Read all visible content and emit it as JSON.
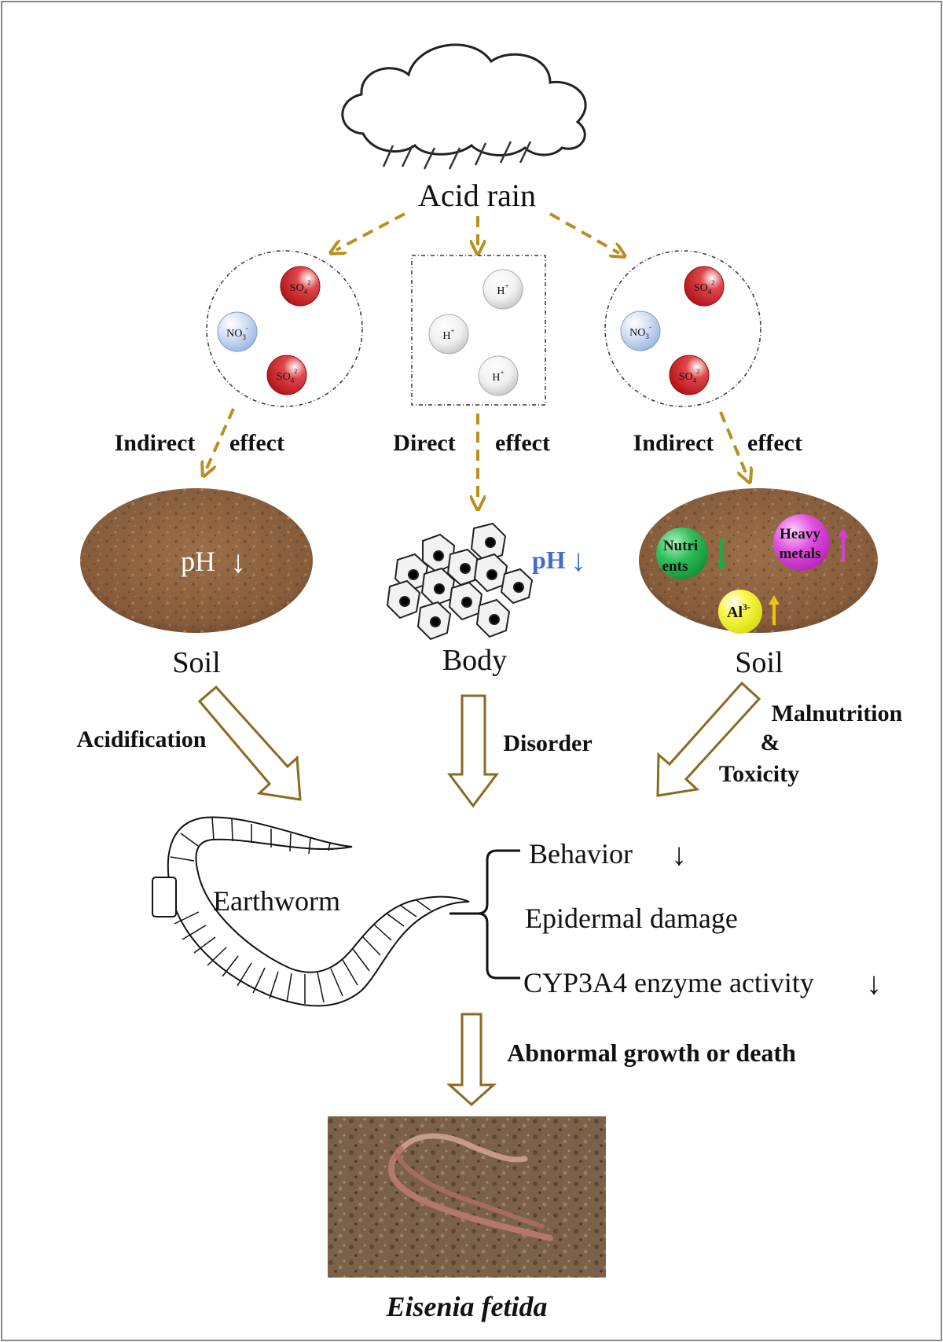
{
  "title": "Acid rain",
  "left_ions": {
    "top": "SO4 2-",
    "mid": "NO3 -",
    "bottom": "SO4 2-"
  },
  "center_ions": {
    "a": "H+",
    "b": "H+",
    "c": "H+"
  },
  "right_ions": {
    "top": "SO4 2-",
    "mid": "NO3 -",
    "bottom": "SO4 2-"
  },
  "ion_parts": {
    "so4": "SO",
    "so4_sub": "4",
    "so4_sup": "2",
    "no3": "NO",
    "no3_sub": "3",
    "no3_sup": "-",
    "h": "H",
    "h_sup": "+"
  },
  "effects": {
    "left": {
      "word1": "Indirect",
      "word2": "effect"
    },
    "center": {
      "word1": "Direct",
      "word2": "effect"
    },
    "right": {
      "word1": "Indirect",
      "word2": "effect"
    }
  },
  "left_soil": {
    "ph_label": "pH",
    "arrow": "↓",
    "caption": "Soil"
  },
  "body": {
    "ph_label": "pH",
    "arrow": "↓",
    "caption": "Body"
  },
  "right_soil": {
    "nutrients_line1": "Nutri",
    "nutrients_line2": "ents",
    "heavy_line1": "Heavy",
    "heavy_line2": "metals",
    "al": "Al",
    "al_sup": "3-",
    "caption": "Soil"
  },
  "pathways": {
    "left": "Acidification",
    "center": "Disorder",
    "right_line1": "Malnutrition",
    "right_line2": "&",
    "right_line3": "Toxicity"
  },
  "earthworm_label": "Earthworm",
  "effects_list": {
    "behavior": "Behavior",
    "behavior_arrow": "↓",
    "epidermal": "Epidermal damage",
    "cyp": "CYP3A4 enzyme activity",
    "cyp_arrow": "↓"
  },
  "outcome": "Abnormal growth or death",
  "species": "Eisenia fetida",
  "colors": {
    "dashed_arrow": "#b8901e",
    "hollow_arrow": "#8a6a22",
    "soil": "#8e6442",
    "so4_red": "#c4161c",
    "no3_blue": "#a9c3e8",
    "nutrients_green": "#21a64a",
    "heavy_metals_magenta": "#d63fd6",
    "al_yellow": "#f2f21b",
    "ph_blue": "#3f6fc7"
  }
}
